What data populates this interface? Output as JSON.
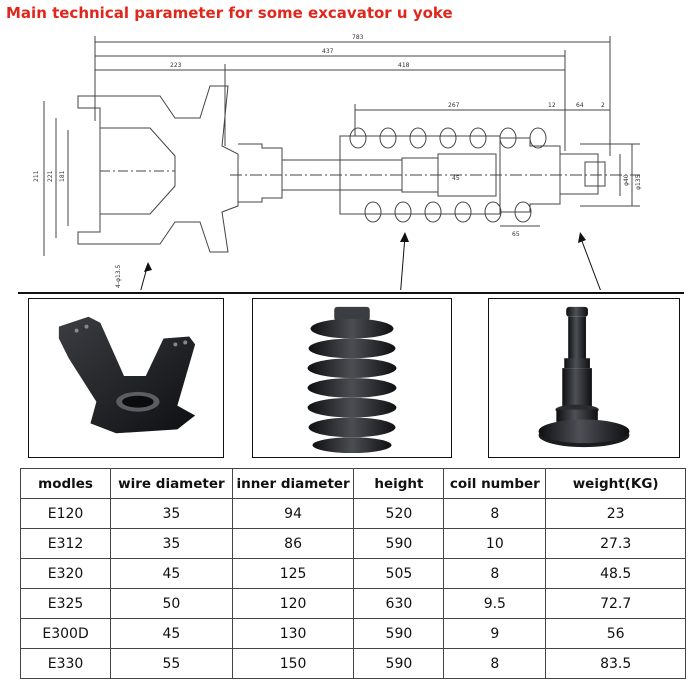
{
  "title": "Main technical parameter for some excavator u yoke",
  "drawing_dimensions": {
    "overall": "783",
    "span": "437",
    "left": "223",
    "right": "418",
    "spring": "267",
    "d12": "12",
    "d64": "64",
    "d2": "2",
    "h1": "211",
    "h2": "221",
    "h3": "181",
    "bolt": "4-φ13.5",
    "r1": "φ40",
    "r2": "φ135",
    "inner": "45",
    "low": "65"
  },
  "table": {
    "headers": [
      "modles",
      "wire diameter",
      "inner diameter",
      "height",
      "coil number",
      "weight(KG)"
    ],
    "rows": [
      [
        "E120",
        "35",
        "94",
        "520",
        "8",
        "23"
      ],
      [
        "E312",
        "35",
        "86",
        "590",
        "10",
        "27.3"
      ],
      [
        "E320",
        "45",
        "125",
        "505",
        "8",
        "48.5"
      ],
      [
        "E325",
        "50",
        "120",
        "630",
        "9.5",
        "72.7"
      ],
      [
        "E300D",
        "45",
        "130",
        "590",
        "9",
        "56"
      ],
      [
        "E330",
        "55",
        "150",
        "590",
        "8",
        "83.5"
      ]
    ]
  },
  "colors": {
    "title": "#e0271c",
    "metal": "#1d1f22",
    "line": "#444444"
  }
}
